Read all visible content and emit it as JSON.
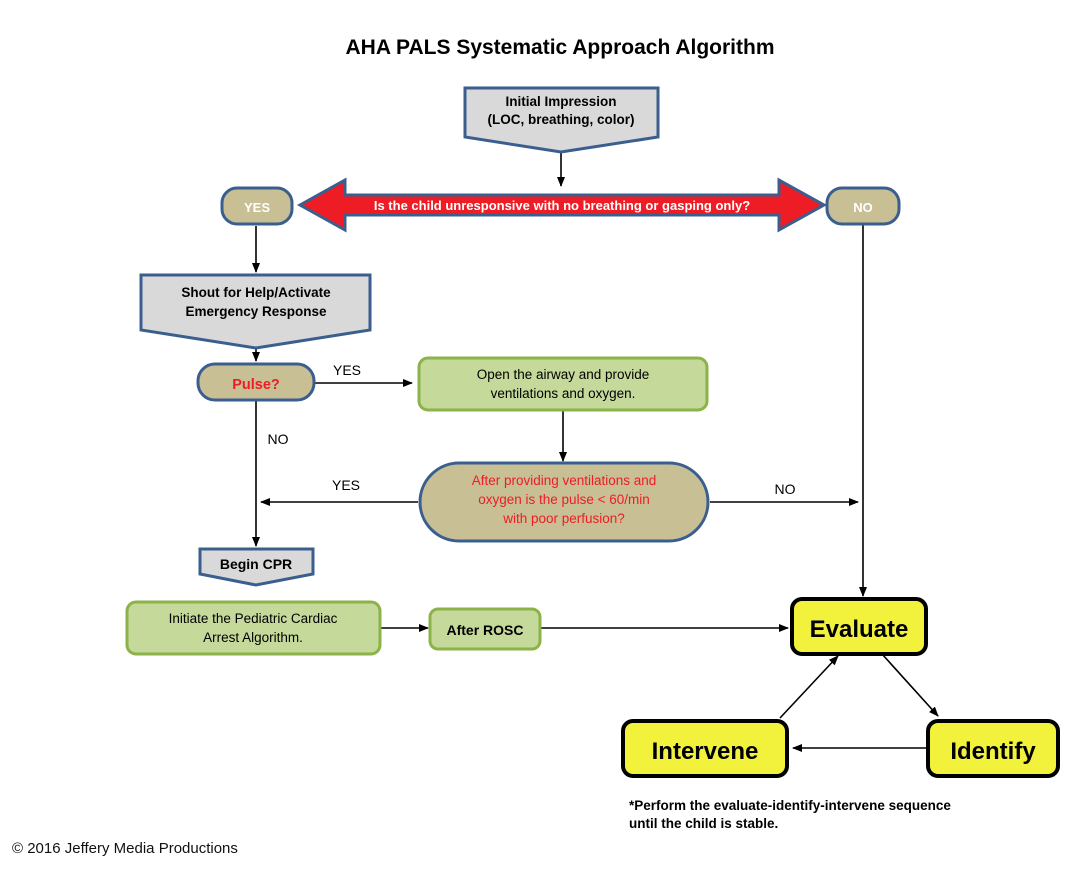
{
  "title": "AHA PALS Systematic Approach Algorithm",
  "copyright": "© 2016  Jeffery Media Productions",
  "footnote": {
    "line1": "*Perform the evaluate-identify-intervene sequence",
    "line2": "until the child is stable."
  },
  "colors": {
    "gray_fill": "#d9d9d9",
    "blue_border": "#3a5f8f",
    "tan_fill": "#c9bf95",
    "green_fill": "#c5d99b",
    "green_border": "#8cb34a",
    "yellow_fill": "#f2f23d",
    "black": "#000000",
    "red": "#ee1c25",
    "white": "#ffffff"
  },
  "nodes": {
    "initial_impression": {
      "line1": "Initial Impression",
      "line2": "(LOC, breathing, color)",
      "shape": "pentagon-down",
      "fill": "#d9d9d9",
      "border": "#3a5f8f"
    },
    "yes_pill": {
      "label": "YES",
      "shape": "rounded-pill",
      "fill": "#c9bf95",
      "border": "#3a5f8f",
      "text_color": "#ffffff"
    },
    "no_pill": {
      "label": "NO",
      "shape": "rounded-pill",
      "fill": "#c9bf95",
      "border": "#3a5f8f",
      "text_color": "#ffffff"
    },
    "question_banner": {
      "label": "Is the child unresponsive with no breathing or gasping only?",
      "shape": "double-arrow",
      "fill": "#ee1c25",
      "border": "#3a5f8f",
      "text_color": "#ffffff"
    },
    "shout_for_help": {
      "line1": "Shout for Help/Activate",
      "line2": "Emergency Response",
      "shape": "pentagon-down",
      "fill": "#d9d9d9",
      "border": "#3a5f8f"
    },
    "pulse": {
      "label": "Pulse?",
      "shape": "rounded-pill",
      "fill": "#c9bf95",
      "border": "#3a5f8f",
      "text_color": "#ee1c25"
    },
    "open_airway": {
      "line1": "Open the airway and provide",
      "line2": "ventilations and oxygen.",
      "shape": "rounded-rect",
      "fill": "#c5d99b",
      "border": "#8cb34a"
    },
    "pulse_check_oval": {
      "line1": "After providing ventilations and",
      "line2": "oxygen is the pulse < 60/min",
      "line3": "with poor perfusion?",
      "shape": "stadium",
      "fill": "#c9bf95",
      "border": "#3a5f8f",
      "text_color": "#ee1c25"
    },
    "begin_cpr": {
      "label": "Begin CPR",
      "shape": "pentagon-down",
      "fill": "#d9d9d9",
      "border": "#3a5f8f"
    },
    "initiate_algorithm": {
      "line1": "Initiate the Pediatric Cardiac",
      "line2": "Arrest Algorithm.",
      "shape": "rounded-rect",
      "fill": "#c5d99b",
      "border": "#8cb34a"
    },
    "after_rosc": {
      "label": "After ROSC",
      "shape": "rounded-rect",
      "fill": "#c5d99b",
      "border": "#8cb34a"
    },
    "evaluate": {
      "label": "Evaluate",
      "shape": "rounded-rect",
      "fill": "#f2f23d",
      "border": "#000000"
    },
    "identify": {
      "label": "Identify",
      "shape": "rounded-rect",
      "fill": "#f2f23d",
      "border": "#000000"
    },
    "intervene": {
      "label": "Intervene",
      "shape": "rounded-rect",
      "fill": "#f2f23d",
      "border": "#000000"
    }
  },
  "edge_labels": {
    "pulse_yes": "YES",
    "pulse_no": "NO",
    "oval_yes": "YES",
    "oval_no": "NO"
  }
}
